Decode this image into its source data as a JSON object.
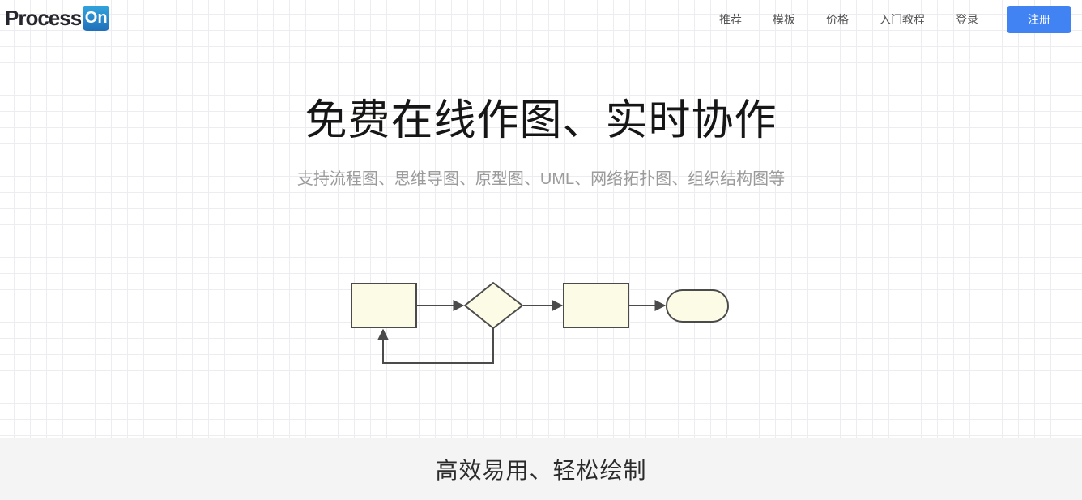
{
  "brand": {
    "name_text": "Process",
    "badge_text": "On"
  },
  "nav": {
    "items": [
      {
        "label": "推荐"
      },
      {
        "label": "模板"
      },
      {
        "label": "价格"
      },
      {
        "label": "入门教程"
      },
      {
        "label": "登录"
      }
    ],
    "register_label": "注册"
  },
  "hero": {
    "title": "免费在线作图、实时协作",
    "subtitle": "支持流程图、思维导图、原型图、UML、网络拓扑图、组织结构图等"
  },
  "flowchart": {
    "nodes": [
      "process",
      "decision",
      "process",
      "terminator"
    ],
    "shape_fill": "#fcfce6",
    "shape_stroke": "#4b4b4b"
  },
  "footer": {
    "title": "高效易用、轻松绘制"
  },
  "colors": {
    "accent_blue": "#4183f2",
    "badge_blue_top": "#33a3dd",
    "badge_blue_bottom": "#2070ba",
    "grid_line": "#ededf1",
    "footer_bg": "#f4f4f4"
  }
}
